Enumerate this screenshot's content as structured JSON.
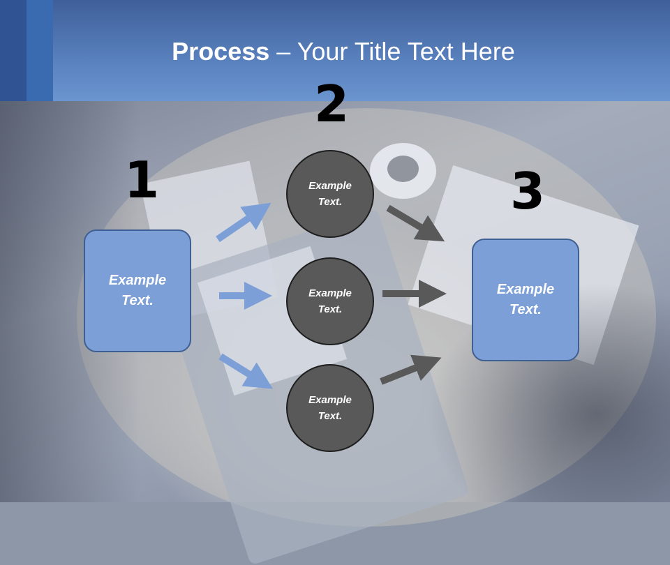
{
  "slide": {
    "title_bold": "Process",
    "title_rest": " – Your Title Text Here"
  },
  "steps": {
    "one": "1",
    "two": "2",
    "three": "3"
  },
  "left_box": {
    "text": "Example\nText."
  },
  "right_box": {
    "text": "Example\nText."
  },
  "circles": [
    {
      "text": "Example\nText."
    },
    {
      "text": "Example\nText."
    },
    {
      "text": "Example\nText."
    }
  ],
  "colors": {
    "header": "#5b84c0",
    "box_fill": "#7b9fd6",
    "circle_fill": "#595959",
    "blue_arrow": "#7b9fd6",
    "gray_arrow": "#595959"
  }
}
